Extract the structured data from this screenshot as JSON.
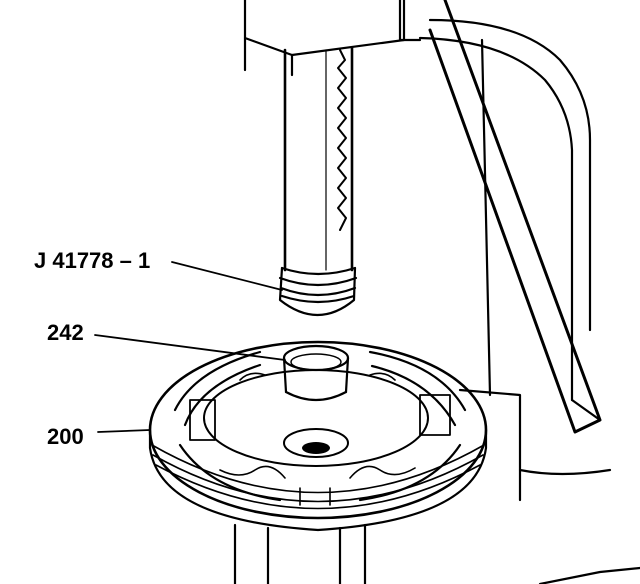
{
  "callouts": {
    "tool": "J 41778 – 1",
    "part_242": "242",
    "part_200": "200"
  },
  "colors": {
    "ink": "#000000",
    "paper": "#ffffff"
  }
}
